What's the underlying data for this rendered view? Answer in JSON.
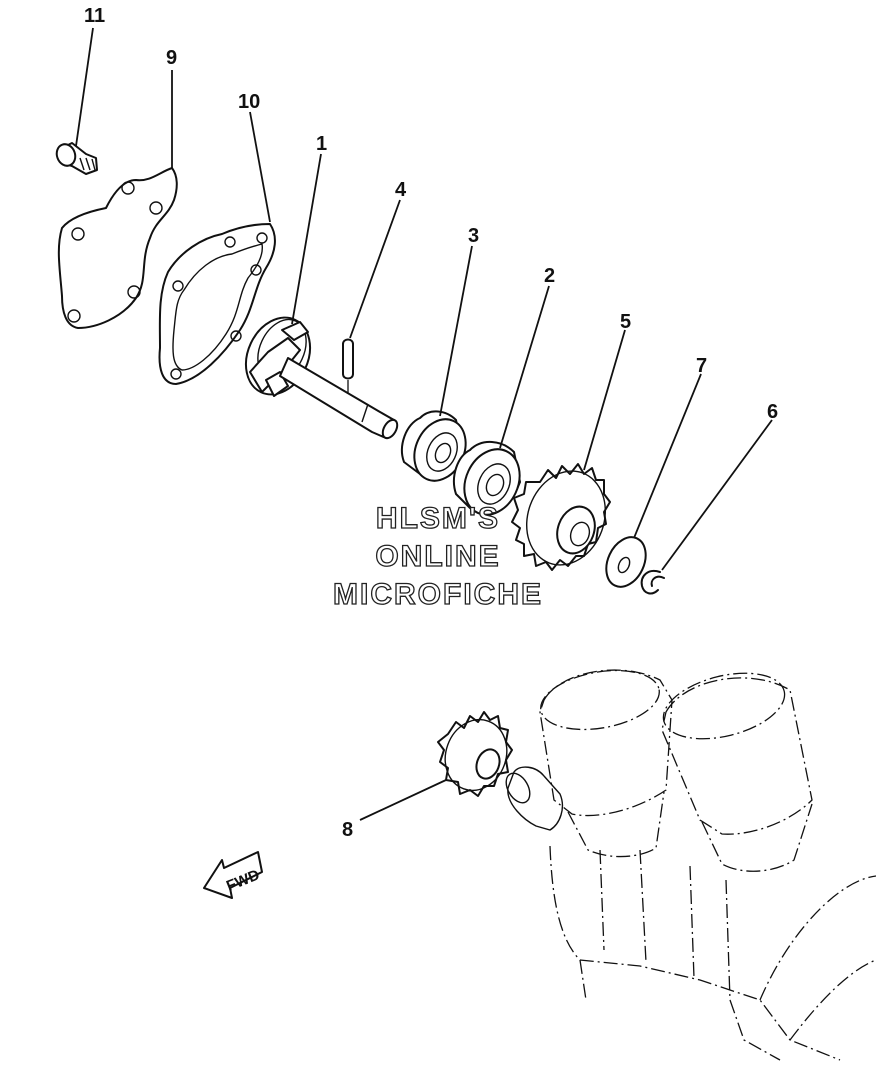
{
  "callouts": {
    "p1": "1",
    "p2": "2",
    "p3": "3",
    "p4": "4",
    "p5": "5",
    "p6": "6",
    "p7": "7",
    "p8": "8",
    "p9": "9",
    "p10": "10",
    "p11": "11"
  },
  "watermark": {
    "line1": "HLSM'S",
    "line2": "ONLINE",
    "line3": "MICROFICHE"
  },
  "fwd_label": "FWD"
}
